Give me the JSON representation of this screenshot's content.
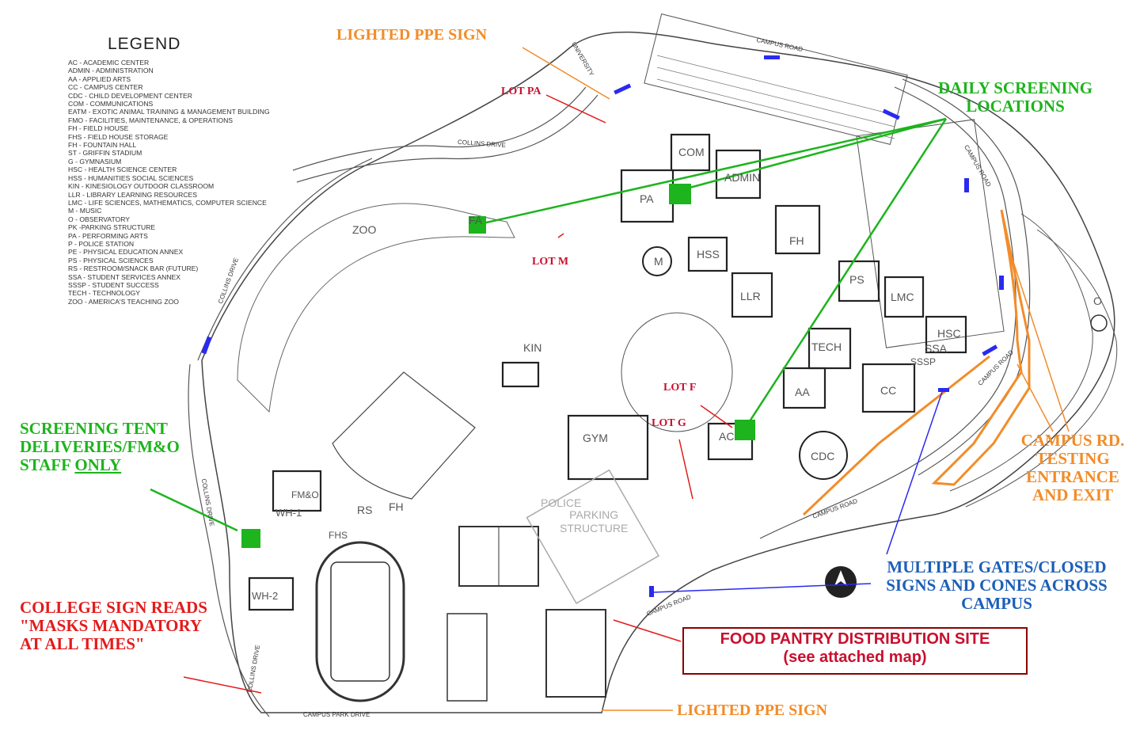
{
  "legend": {
    "title": "LEGEND",
    "items": [
      "AC - ACADEMIC CENTER",
      "ADMIN - ADMINISTRATION",
      "AA - APPLIED ARTS",
      "CC - CAMPUS CENTER",
      "CDC - CHILD DEVELOPMENT CENTER",
      "COM - COMMUNICATIONS",
      "EATM - EXOTIC ANIMAL TRAINING & MANAGEMENT BUILDING",
      "FMO - FACILITIES, MAINTENANCE, & OPERATIONS",
      "FH - FIELD HOUSE",
      "FHS - FIELD HOUSE STORAGE",
      "FH - FOUNTAIN HALL",
      "ST - GRIFFIN STADIUM",
      "G - GYMNASIUM",
      "HSC - HEALTH SCIENCE CENTER",
      "HSS - HUMANITIES SOCIAL SCIENCES",
      "KIN - KINESIOLOGY OUTDOOR CLASSROOM",
      "LLR - LIBRARY LEARNING RESOURCES",
      "LMC - LIFE SCIENCES, MATHEMATICS, COMPUTER SCIENCE",
      "M - MUSIC",
      "O - OBSERVATORY",
      "PK -PARKING STRUCTURE",
      "PA - PERFORMING ARTS",
      "P - POLICE STATION",
      "PE - PHYSICAL EDUCATION ANNEX",
      "PS - PHYSICAL SCIENCES",
      "RS - RESTROOM/SNACK BAR (FUTURE)",
      "SSA - STUDENT SERVICES ANNEX",
      "SSSP - STUDENT SUCCESS",
      "TECH - TECHNOLOGY",
      "ZOO - AMERICA'S TEACHING ZOO"
    ]
  },
  "annotations": {
    "lighted_ppe_top": "LIGHTED PPE SIGN",
    "lighted_ppe_bottom": "LIGHTED PPE SIGN",
    "daily_screening": [
      "DAILY SCREENING",
      "LOCATIONS"
    ],
    "screening_tent": [
      "SCREENING TENT",
      "DELIVERIES/FM&O",
      "STAFF ",
      "ONLY"
    ],
    "college_sign": [
      "COLLEGE SIGN READS",
      "\"MASKS MANDATORY",
      "AT ALL TIMES\""
    ],
    "campus_rd": [
      "CAMPUS RD.",
      "TESTING",
      "ENTRANCE",
      "AND EXIT"
    ],
    "gates": [
      "MULTIPLE GATES/CLOSED",
      "SIGNS AND CONES ACROSS",
      "CAMPUS"
    ],
    "pantry": [
      "FOOD PANTRY DISTRIBUTION SITE",
      "(see attached map)"
    ]
  },
  "lots": {
    "pa": "LOT PA",
    "m": "LOT M",
    "f": "LOT F",
    "g": "LOT G"
  },
  "buildings": {
    "com": "COM",
    "admin": "ADMIN",
    "pa": "PA",
    "fa": "FA",
    "zoo": "ZOO",
    "fh": "FH",
    "hss": "HSS",
    "m": "M",
    "llr": "LLR",
    "ps": "PS",
    "lmc": "LMC",
    "hsc": "HSC",
    "ssa": "SSA",
    "sssp": "SSSP",
    "tech": "TECH",
    "aa": "AA",
    "cc": "CC",
    "cdc": "CDC",
    "ac": "AC",
    "kin": "KIN",
    "gym": "GYM",
    "fmo": "FM&O",
    "wh1": "WH-1",
    "wh2": "WH-2",
    "rs": "RS",
    "fh2": "FH",
    "fhs": "FHS",
    "police": "POLICE",
    "parking": [
      "PARKING",
      "STRUCTURE"
    ],
    "obs": "O"
  },
  "roads": {
    "campus_road": "CAMPUS ROAD",
    "collins_drive": "COLLINS DRIVE",
    "university": "UNIVERSITY",
    "campus_park_drive": "CAMPUS PARK DRIVE"
  },
  "colors": {
    "orange": "#f28c28",
    "green": "#1db41d",
    "red": "#e41b1b",
    "dark_red": "#c8102e",
    "blue": "#1c5fb8",
    "gate_blue": "#2a2af0"
  }
}
